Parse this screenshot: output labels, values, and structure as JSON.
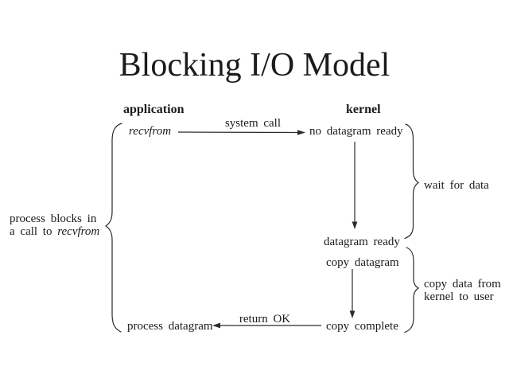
{
  "slide": {
    "title": "Blocking I/O Model",
    "background_color": "#ffffff",
    "text_color": "#1b1b1b"
  },
  "columns": {
    "application": "application",
    "kernel": "kernel"
  },
  "application_side": {
    "recvfrom": "recvfrom",
    "process_datagram": "process datagram",
    "blocking_note_line1": "process blocks in",
    "blocking_note_line2_prefix": "a call to",
    "blocking_note_line2_italic": "recvfrom"
  },
  "kernel_side": {
    "no_datagram_ready": "no datagram ready",
    "datagram_ready": "datagram ready",
    "copy_datagram": "copy datagram",
    "copy_complete": "copy complete"
  },
  "transitions": {
    "system_call": "system call",
    "return_ok": "return OK"
  },
  "annotations": {
    "wait_for_data": "wait for data",
    "copy_note_line1": "copy data from",
    "copy_note_line2": "kernel to user"
  }
}
